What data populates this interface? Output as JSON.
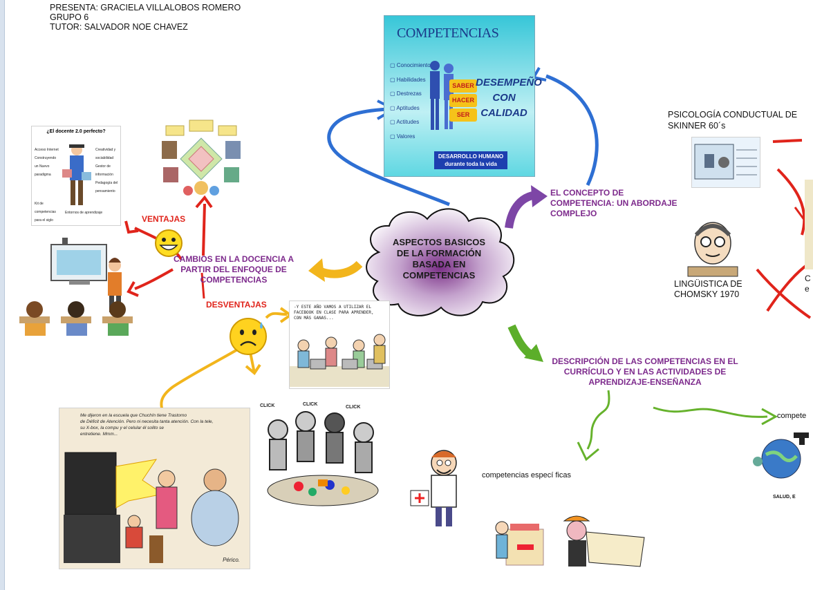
{
  "header": {
    "presenter": "PRESENTA: GRACIELA VILLALOBOS ROMERO",
    "group": "GRUPO 6",
    "tutor": "TUTOR: SALVADOR NOE CHAVEZ"
  },
  "central_node": {
    "line1": "ASPECTOS BASICOS",
    "line2": "DE  LA FORMACIÓN",
    "line3": "BASADA EN",
    "line4": "COMPETENCIAS"
  },
  "competencias_graphic": {
    "title": "COMPETENCIAS",
    "items": [
      "Conocimientos",
      "Habilidades",
      "Destrezas",
      "Aptitudes",
      "Actitudes",
      "Valores"
    ],
    "tags": [
      "SABER",
      "HACER",
      "SER"
    ],
    "slogan_line1": "DESEMPEÑO",
    "slogan_line2": "CON",
    "slogan_line3": "CALIDAD",
    "footer_line1": "DESARROLLO HUMANO",
    "footer_line2": "durante toda la vida"
  },
  "concept_node": {
    "line1": "EL CONCEPTO DE",
    "line2": "COMPETENCIA:  UN ABORDAJE",
    "line3": "COMPLEJO"
  },
  "changes_node": {
    "line1": "CAMBIOS  EN LA DOCENCIA A",
    "line2": "PARTIR DEL ENFOQUE DE",
    "line3": "COMPETENCIAS"
  },
  "description_node": {
    "line1": "DESCRIPCIÓN DE LAS COMPETENCIAS  EN EL",
    "line2": "CURRÍCULO Y EN LAS ACTIVIDADES  DE",
    "line3": "APRENDIZAJE-ENSEÑANZA"
  },
  "ventajas": "VENTAJAS",
  "desventajas": "DESVENTAJAS",
  "skinner": {
    "line1": "PSICOLOGÍA CONDUCTUAL DE",
    "line2": "SKINNER 60´s"
  },
  "chomsky": {
    "line1": "LINGÜISTICA DE",
    "line2": "CHOMSKY 1970"
  },
  "especificas": "competencias especí ficas",
  "genericas_partial": "compete",
  "salud_partial": "SALUD,  E",
  "right_partial": {
    "line1": "C",
    "line2": "e"
  },
  "docente_graphic": {
    "title": "¿El docente 2.0 perfecto?",
    "labels": [
      "Acceso Internet",
      "Creatividad y sociabilidad",
      "Construyendo un Nuevo paradigma",
      "Gestor de información",
      "Pedagogía del pensamiento",
      "Kit de competencias para el siglo XXI",
      "Entornos de aprendizaje"
    ]
  },
  "cartoon_facebook": {
    "line1": "-Y ESTE AÑO VAMOS A UTILIZAR EL",
    "line2": "FACEBOOK EN CLASE PARA APRENDER,",
    "line3": "CON MÁS GANAS..."
  },
  "cartoon_tv": {
    "line1": "Me dijeron en la escuela que Chuchín tiene Trastorno",
    "line2": "de Déficit de Atención. Pero ni necesita tanta atención.  Con la tele,",
    "line3": "su X-box, la compu y el celular él solito se",
    "line4": "entretiene. Mmm...",
    "signature": "Périco."
  },
  "cartoon_click": {
    "word": "CLICK"
  },
  "colors": {
    "purple_text": "#7d2a8c",
    "red_text": "#e0241b",
    "blue_arrow": "#2e6fd3",
    "gold_arrow": "#f2b51c",
    "green_arrow": "#5cae2a",
    "red_arrow": "#e0241b"
  }
}
